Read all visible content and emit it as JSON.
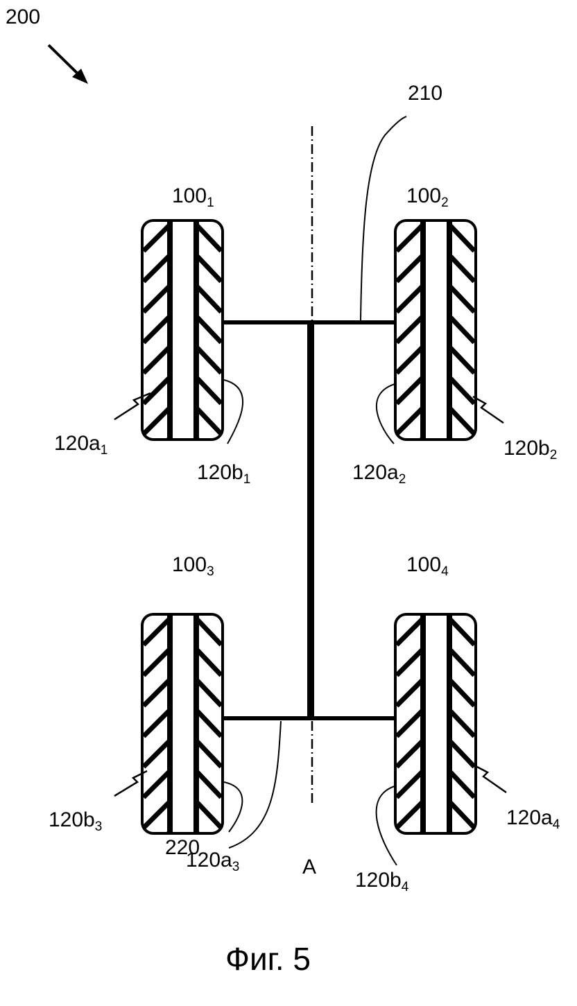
{
  "figure": {
    "reference": "200",
    "front_axle_label": "210",
    "rear_axle_label": "220",
    "axis_label": "A",
    "caption": "Фиг. 5",
    "tires": [
      {
        "base": "100",
        "sub": "1"
      },
      {
        "base": "100",
        "sub": "2"
      },
      {
        "base": "100",
        "sub": "3"
      },
      {
        "base": "100",
        "sub": "4"
      }
    ],
    "grooves": [
      {
        "base": "120a",
        "sub": "1"
      },
      {
        "base": "120b",
        "sub": "1"
      },
      {
        "base": "120a",
        "sub": "2"
      },
      {
        "base": "120b",
        "sub": "2"
      },
      {
        "base": "120b",
        "sub": "3"
      },
      {
        "base": "120a",
        "sub": "3"
      },
      {
        "base": "120b",
        "sub": "4"
      },
      {
        "base": "120a",
        "sub": "4"
      }
    ]
  }
}
